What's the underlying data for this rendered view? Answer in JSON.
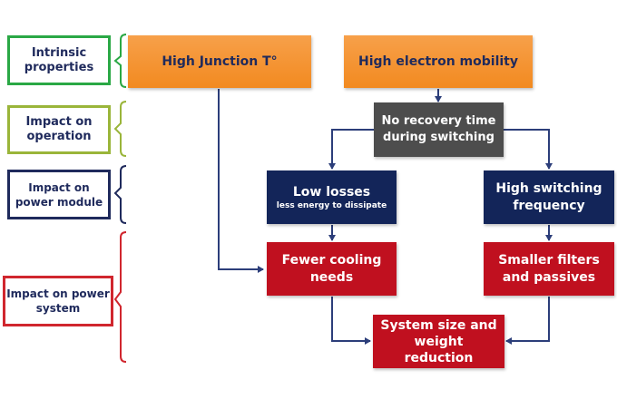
{
  "levels": [
    {
      "label": "Intrinsic properties",
      "color": "#2aa845"
    },
    {
      "label": "Impact on operation",
      "color": "#9ab53a"
    },
    {
      "label": "Impact on power module",
      "color": "#1f2a5c"
    },
    {
      "label": "Impact on power system",
      "color": "#d0262e"
    }
  ],
  "nodes": {
    "high_junction": "High Junction T°",
    "high_mobility": "High electron mobility",
    "no_recovery": "No recovery time during switching",
    "low_losses": "Low losses",
    "low_losses_sub": "less energy to dissipate",
    "high_switching": "High switching frequency",
    "fewer_cooling": "Fewer cooling needs",
    "smaller_filters": "Smaller filters and passives",
    "system_size": "System size and weight reduction"
  },
  "colors": {
    "orange": "#f28a20",
    "gray": "#4d4d4d",
    "navy": "#132559",
    "red": "#c0101f",
    "connector": "#2c3e7a"
  },
  "edges": [
    [
      "high_mobility",
      "no_recovery"
    ],
    [
      "no_recovery",
      "low_losses"
    ],
    [
      "no_recovery",
      "high_switching"
    ],
    [
      "low_losses",
      "fewer_cooling"
    ],
    [
      "high_switching",
      "smaller_filters"
    ],
    [
      "high_junction",
      "fewer_cooling"
    ],
    [
      "fewer_cooling",
      "system_size"
    ],
    [
      "smaller_filters",
      "system_size"
    ]
  ]
}
